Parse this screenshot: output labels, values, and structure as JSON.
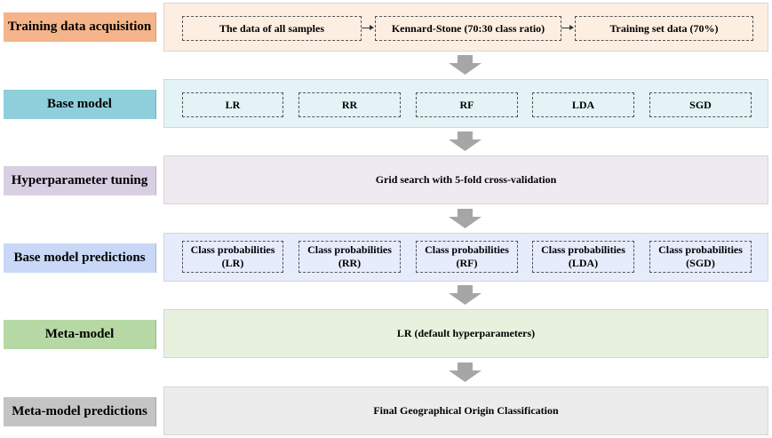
{
  "stages": [
    {
      "label": "Training data acquisition",
      "color": "#f5b48a",
      "panel_color": "#fdeee2",
      "boxes": [
        "The data of all samples",
        "Kennard-Stone (70:30 class ratio)",
        "Training set data (70%)"
      ]
    },
    {
      "label": "Base model",
      "color": "#8ecfdb",
      "panel_color": "#e3f3f6",
      "boxes": [
        "LR",
        "RR",
        "RF",
        "LDA",
        "SGD"
      ]
    },
    {
      "label": "Hyperparameter tuning",
      "color": "#d9cfe3",
      "panel_color": "#efeaf2",
      "text": "Grid search with 5-fold cross-validation"
    },
    {
      "label": "Base model predictions",
      "color": "#c9d8f7",
      "panel_color": "#e6ecfb",
      "boxes": [
        {
          "line1": "Class probabilities",
          "line2": "(LR)"
        },
        {
          "line1": "Class probabilities",
          "line2": "(RR)"
        },
        {
          "line1": "Class probabilities",
          "line2": "(RF)"
        },
        {
          "line1": "Class probabilities",
          "line2": "(LDA)"
        },
        {
          "line1": "Class probabilities",
          "line2": "(SGD)"
        }
      ]
    },
    {
      "label": "Meta-model",
      "color": "#b6d8a4",
      "panel_color": "#e8f1de",
      "text": "LR (default hyperparameters)"
    },
    {
      "label": "Meta-model predictions",
      "color": "#c4c4c4",
      "panel_color": "#ececec",
      "text": "Final Geographical Origin Classification"
    }
  ],
  "arrow_color": "#a6a6a6"
}
